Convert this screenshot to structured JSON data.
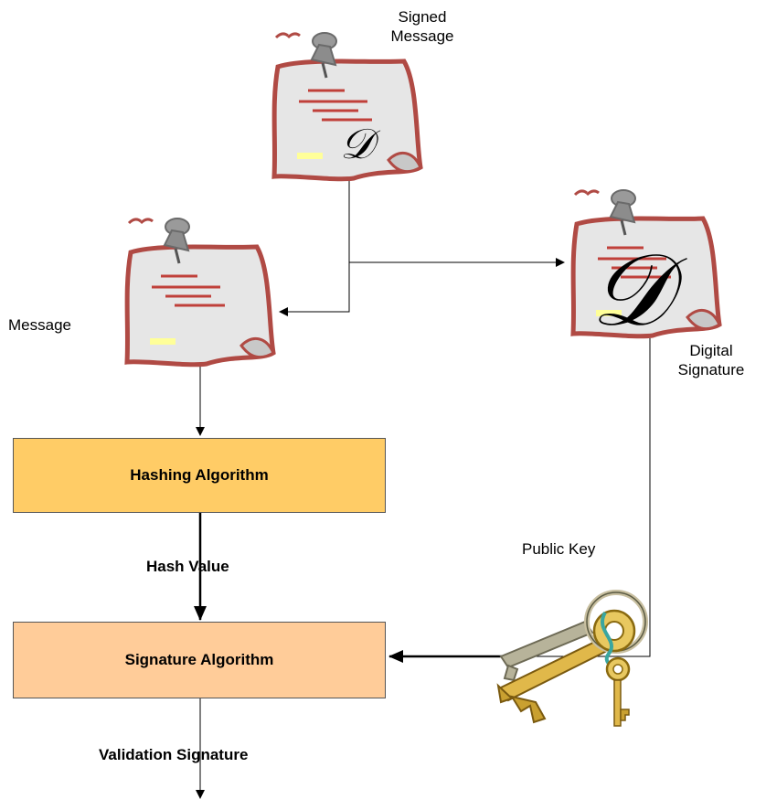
{
  "labels": {
    "signed_message": "Signed\nMessage",
    "message": "Message",
    "digital_signature": "Digital\nSignature",
    "public_key": "Public Key",
    "hash_value": "Hash Value",
    "validation_signature": "Validation Signature"
  },
  "boxes": {
    "hashing": {
      "label": "Hashing Algorithm",
      "color": "#ffcc66"
    },
    "signature": {
      "label": "Signature Algorithm",
      "color": "#ffcc99"
    }
  },
  "icons": {
    "signed_message_note": "pinned-note-icon",
    "message_note": "pinned-note-icon",
    "signature_note": "pinned-note-icon",
    "keys": "keys-icon",
    "signature_glyph": "𝒟"
  },
  "colors": {
    "note_border": "#b04a44",
    "note_fill": "#e6e6e6",
    "note_lines": "#c0403a",
    "pin": "#8c8c8c",
    "line": "#000000"
  }
}
